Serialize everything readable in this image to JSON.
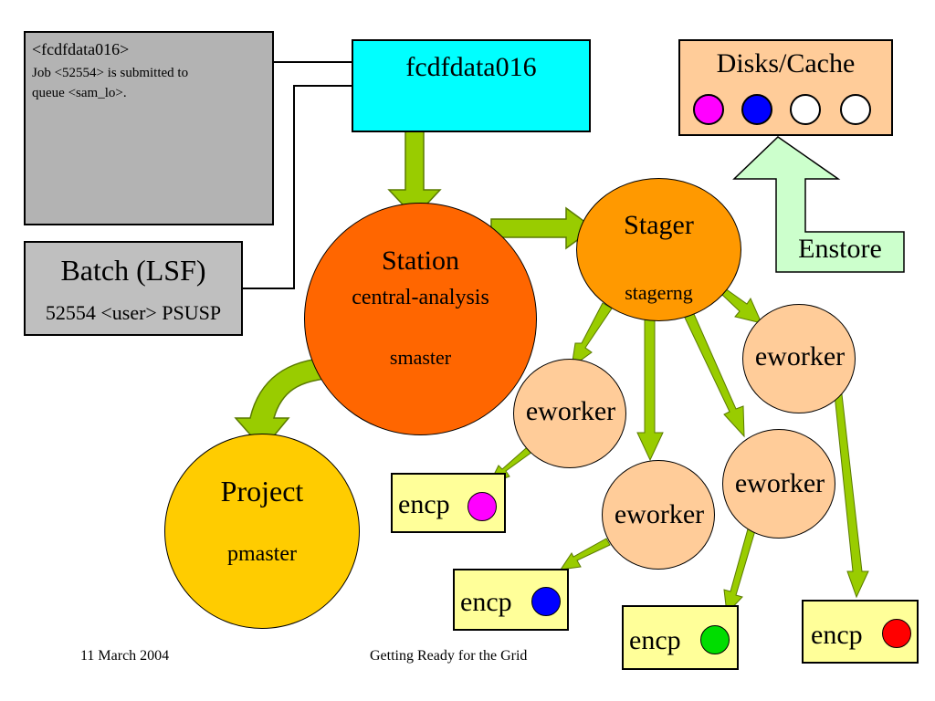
{
  "log_box": {
    "lines": [
      "<fcdfdata016>",
      "Job <52554> is submitted to",
      "queue <sam_lo>."
    ]
  },
  "host": {
    "label": "fcdfdata016"
  },
  "batch": {
    "title": "Batch (LSF)",
    "detail": "52554 <user> PSUSP"
  },
  "disks": {
    "title": "Disks/Cache",
    "dot_colors": [
      "#ff00ff",
      "#0000ff",
      "#ffffff",
      "#ffffff"
    ]
  },
  "enstore": {
    "label": "Enstore"
  },
  "station": {
    "title": "Station",
    "subtitle": "central-analysis",
    "process": "smaster"
  },
  "stager": {
    "title": "Stager",
    "process": "stagerng"
  },
  "project": {
    "title": "Project",
    "process": "pmaster"
  },
  "eworkers": [
    {
      "label": "eworker"
    },
    {
      "label": "eworker"
    },
    {
      "label": "eworker"
    },
    {
      "label": "eworker"
    }
  ],
  "encp": [
    {
      "label": "encp",
      "dot_color": "#ff00ff"
    },
    {
      "label": "encp",
      "dot_color": "#0000ff"
    },
    {
      "label": "encp",
      "dot_color": "#00dd00"
    },
    {
      "label": "encp",
      "dot_color": "#ff0000"
    }
  ],
  "footer": {
    "date": "11 March 2004",
    "title": "Getting Ready for the Grid"
  },
  "colors": {
    "arrow": "#99cc00",
    "arrow_stroke": "#5a7a00",
    "host": "#00ffff",
    "gray": "#bfbfbf",
    "log_gray": "#b3b3b3",
    "disks": "#ffcc99",
    "enstore": "#ccffcc",
    "station": "#ff6600",
    "stager": "#ff9900",
    "project": "#ffcc00",
    "eworker": "#ffcc99",
    "encp": "#ffff99"
  }
}
